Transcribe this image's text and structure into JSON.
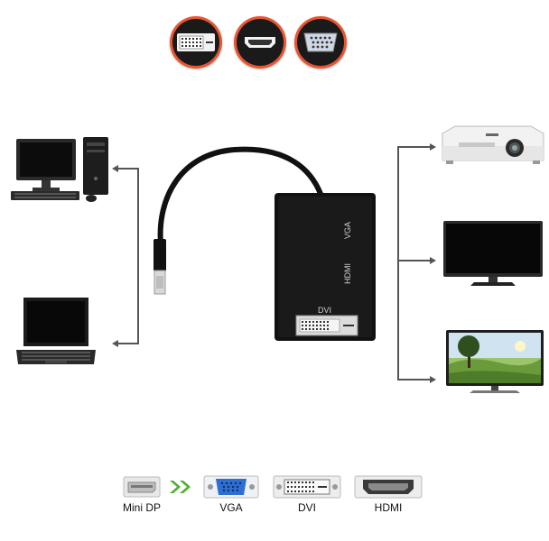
{
  "adapter": {
    "labels": {
      "vga": "VGA",
      "hdmi": "HDMI",
      "dvi": "DVI"
    }
  },
  "legend": {
    "items": [
      {
        "label": "Mini DP"
      },
      {
        "label": "VGA"
      },
      {
        "label": "DVI"
      },
      {
        "label": "HDMI"
      }
    ]
  },
  "colors": {
    "accent": "#e8552f",
    "arrow_green": "#4caf2f",
    "vga_blue": "#2f6fd1",
    "adapter_body": "#111111"
  }
}
